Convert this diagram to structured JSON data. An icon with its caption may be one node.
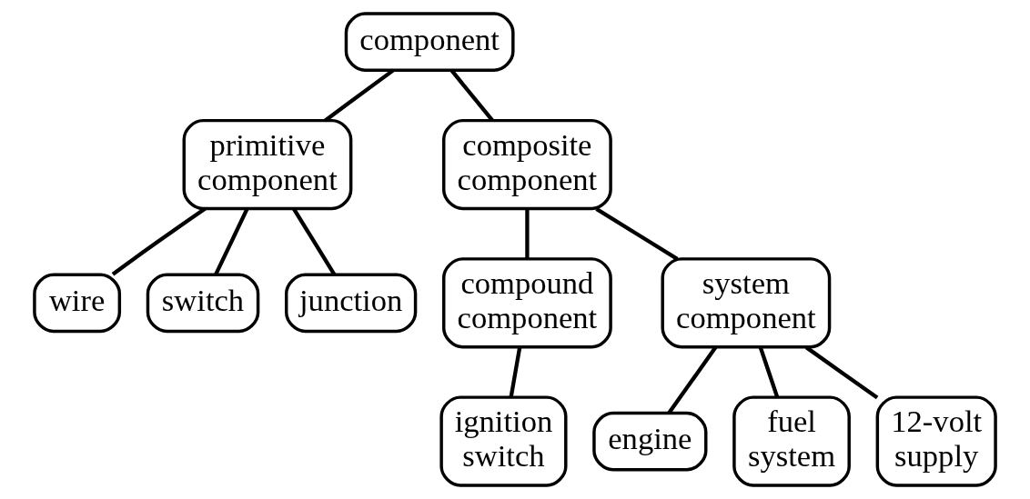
{
  "diagram": {
    "nodes": [
      {
        "text": [
          "component"
        ]
      },
      {
        "text": [
          "primitive component"
        ]
      },
      {
        "text": [
          "composite component"
        ]
      },
      {
        "text": [
          "wire"
        ]
      },
      {
        "text": [
          "switch"
        ]
      },
      {
        "text": [
          "junction"
        ]
      },
      {
        "text": [
          "compound component"
        ]
      },
      {
        "text": [
          "system component"
        ]
      },
      {
        "text": [
          "ignition switch"
        ]
      },
      {
        "text": [
          "engine"
        ]
      },
      {
        "text": [
          "fuel system"
        ]
      },
      {
        "text": [
          "12-volt supply"
        ]
      }
    ],
    "edges": [
      {
        "from": 0,
        "to": 1,
        "arrow": "none"
      },
      {
        "from": 0,
        "to": 2,
        "arrow": "none"
      },
      {
        "from": 1,
        "to": 3,
        "arrow": "none"
      },
      {
        "from": 1,
        "to": 4,
        "arrow": "none"
      },
      {
        "from": 1,
        "to": 5,
        "arrow": "none"
      },
      {
        "from": 2,
        "to": 6,
        "arrow": "none"
      },
      {
        "from": 2,
        "to": 7,
        "arrow": "none"
      },
      {
        "from": 6,
        "to": 8,
        "arrow": "none"
      },
      {
        "from": 7,
        "to": 9,
        "arrow": "none"
      },
      {
        "from": 7,
        "to": 10,
        "arrow": "none"
      },
      {
        "from": 7,
        "to": 11,
        "arrow": "none"
      }
    ]
  }
}
